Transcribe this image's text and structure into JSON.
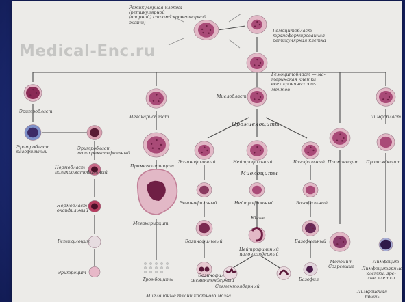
{
  "watermark": "Medical-Enc.ru",
  "labels": {
    "reticular": "Ретикулярная клетка (ретикулярной\n(опорной) строма кроветворной\nткани)",
    "hemocytoblast": "Гемоцитобласт —\nтрансформированная\nретикулярная клетка",
    "hemocytoblast2": "Гемоцитобласт — ма-\nтеринская клетка\nвсех кровяных эле-\nментов",
    "erythroblast": "Эритробласт",
    "erythroblast_basophil": "Эритробласт\nбазофильный",
    "erythroblast_poly": "Эритробласт\nполихроматофильный",
    "normoblast_poly": "Нормобласт\nполихроматофильный",
    "normoblast_oxy": "Нормобласт\nоксифильный",
    "reticulocyte": "Ретикулоцит",
    "erythrocyte": "Эритроцит",
    "megakaryoblast": "Мегакариобласт",
    "promegakaryocyte": "Промегакариоцит",
    "megakaryocyte": "Мегакариоцит",
    "platelets": "Тромбоциты",
    "myeloblast": "Миелобласт",
    "promyelocytes": "Промиелоциты",
    "pro_eos": "Эозинофильный",
    "pro_neu": "Нейтрофильный",
    "pro_bas": "Базофильный",
    "myelocytes": "Миелоциты",
    "my_eos": "Эозинофильный",
    "my_neu": "Нейтрофильный",
    "my_bas": "Базофильный",
    "young": "Юные",
    "meta_eos": "Эозинофильный",
    "meta_bas": "Базофильный",
    "band": "Нейтрофильный\nпалочкоядерный",
    "eos_seg": "Эозинофил\nсегментоядерный",
    "neu_seg": "Сегментоядерный",
    "basophil": "Базофил",
    "promonocyte": "Промоноцит",
    "monocyte": "Моноцит\nСозревшие",
    "lymphoblast": "Лимфобласт",
    "prolymphocyte": "Пролимфоцит",
    "lymphocyte": "Лимфоцит",
    "lymph_note": "Лимфоцитарные\nклетки, зре-\nлые клетки",
    "myeloid_bottom": "Миелоидные ткани костного мозга",
    "lymph_bottom": "Лимфоидная\nткань"
  },
  "colors": {
    "cytoplasm": "#e2b8c6",
    "nucleus": "#a94a77",
    "nucleus_dark": "#6f1f45",
    "basophil": "#384a88",
    "erythro": "#c05070",
    "lines": "#4a4a4a"
  }
}
